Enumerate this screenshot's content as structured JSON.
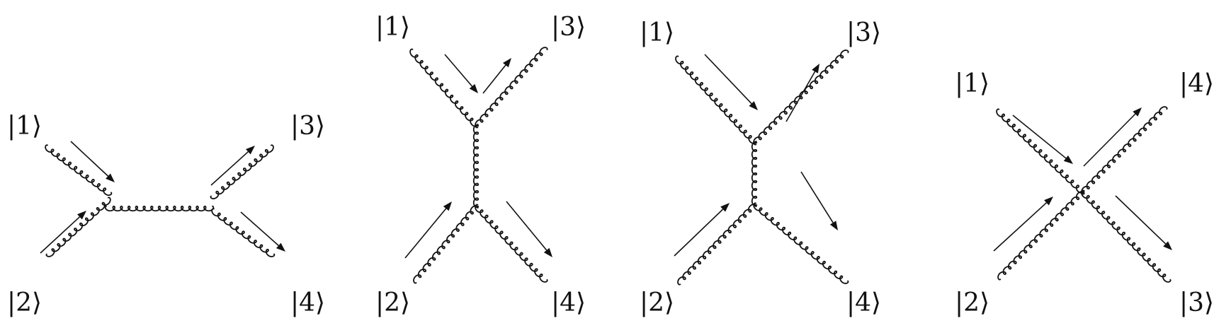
{
  "diagrams": [
    {
      "channel": "s",
      "labels": {
        "a": "|1⟩",
        "b": "|2⟩",
        "c": "|3⟩",
        "d": "|4⟩"
      }
    },
    {
      "channel": "t",
      "labels": {
        "a": "|1⟩",
        "b": "|2⟩",
        "c": "|3⟩",
        "d": "|4⟩"
      }
    },
    {
      "channel": "u",
      "labels": {
        "a": "|1⟩",
        "b": "|2⟩",
        "c": "|3⟩",
        "d": "|4⟩"
      }
    },
    {
      "channel": "contact",
      "labels": {
        "a": "|1⟩",
        "b": "|2⟩",
        "c": "|4⟩",
        "d": "|3⟩"
      }
    }
  ]
}
